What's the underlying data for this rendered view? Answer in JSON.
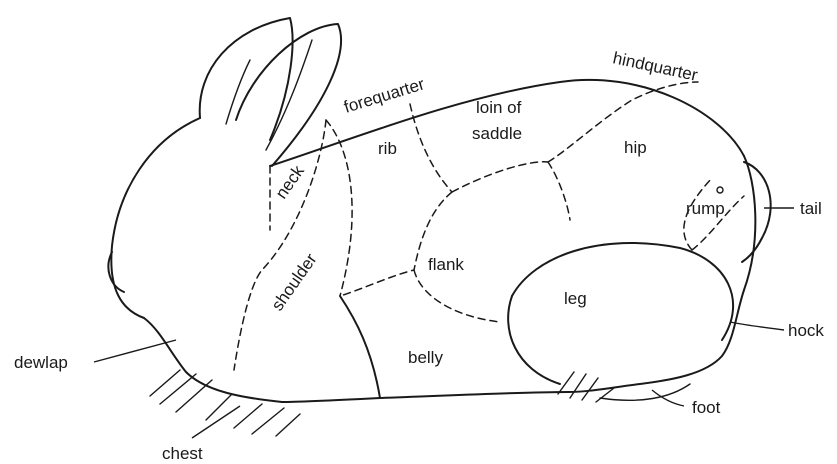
{
  "labels": {
    "forequarter": "forequarter",
    "hindquarter": "hindquarter",
    "loin_line1": "loin of",
    "loin_line2": "saddle",
    "hip": "hip",
    "rib": "rib",
    "neck": "neck",
    "rump": "rump",
    "tail": "tail",
    "flank": "flank",
    "shoulder": "shoulder",
    "leg": "leg",
    "hock": "hock",
    "dewlap": "dewlap",
    "belly": "belly",
    "foot": "foot",
    "chest": "chest"
  }
}
